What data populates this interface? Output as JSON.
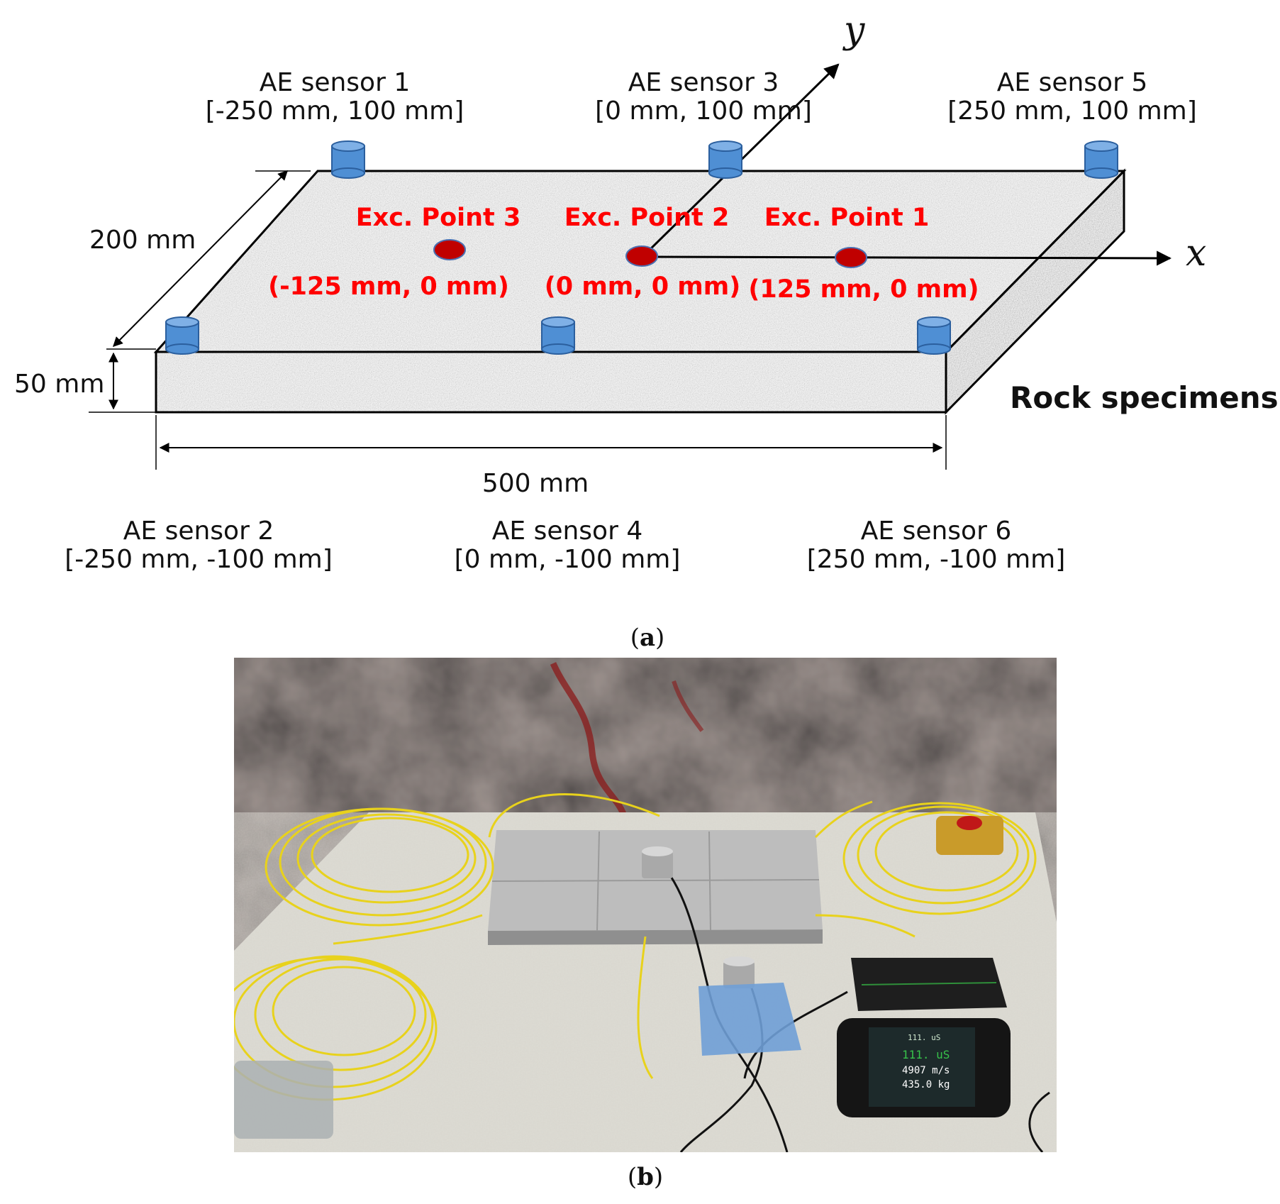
{
  "panel_a": {
    "sensors": [
      {
        "name": "AE sensor 1",
        "coord": "[-250 mm, 100 mm]"
      },
      {
        "name": "AE sensor 2",
        "coord": "[-250 mm, -100 mm]"
      },
      {
        "name": "AE sensor 3",
        "coord": "[0 mm, 100 mm]"
      },
      {
        "name": "AE sensor 4",
        "coord": "[0 mm, -100 mm]"
      },
      {
        "name": "AE sensor 5",
        "coord": "[250 mm, 100 mm]"
      },
      {
        "name": "AE sensor 6",
        "coord": "[250 mm, -100 mm]"
      }
    ],
    "points": [
      {
        "name": "Exc. Point 1",
        "coord": "(125 mm, 0 mm)"
      },
      {
        "name": "Exc. Point 2",
        "coord": "(0 mm, 0 mm)"
      },
      {
        "name": "Exc. Point 3",
        "coord": "(-125 mm, 0 mm)"
      }
    ],
    "dimensions": {
      "depth": "200 mm",
      "height": "50 mm",
      "length": "500 mm"
    },
    "axes": {
      "x": "x",
      "y": "y"
    },
    "specimen_label": "Rock specimens",
    "caption": "a"
  },
  "panel_b": {
    "caption": "b",
    "screen_readings": [
      "111. uS",
      "111. uS",
      "4907 m/s",
      "435.0 kg"
    ]
  },
  "colors": {
    "sensor_fill": "#4f8fd4",
    "point_fill": "#c00000",
    "label_red": "#ff0000",
    "cable_yellow": "#e8d21c"
  }
}
